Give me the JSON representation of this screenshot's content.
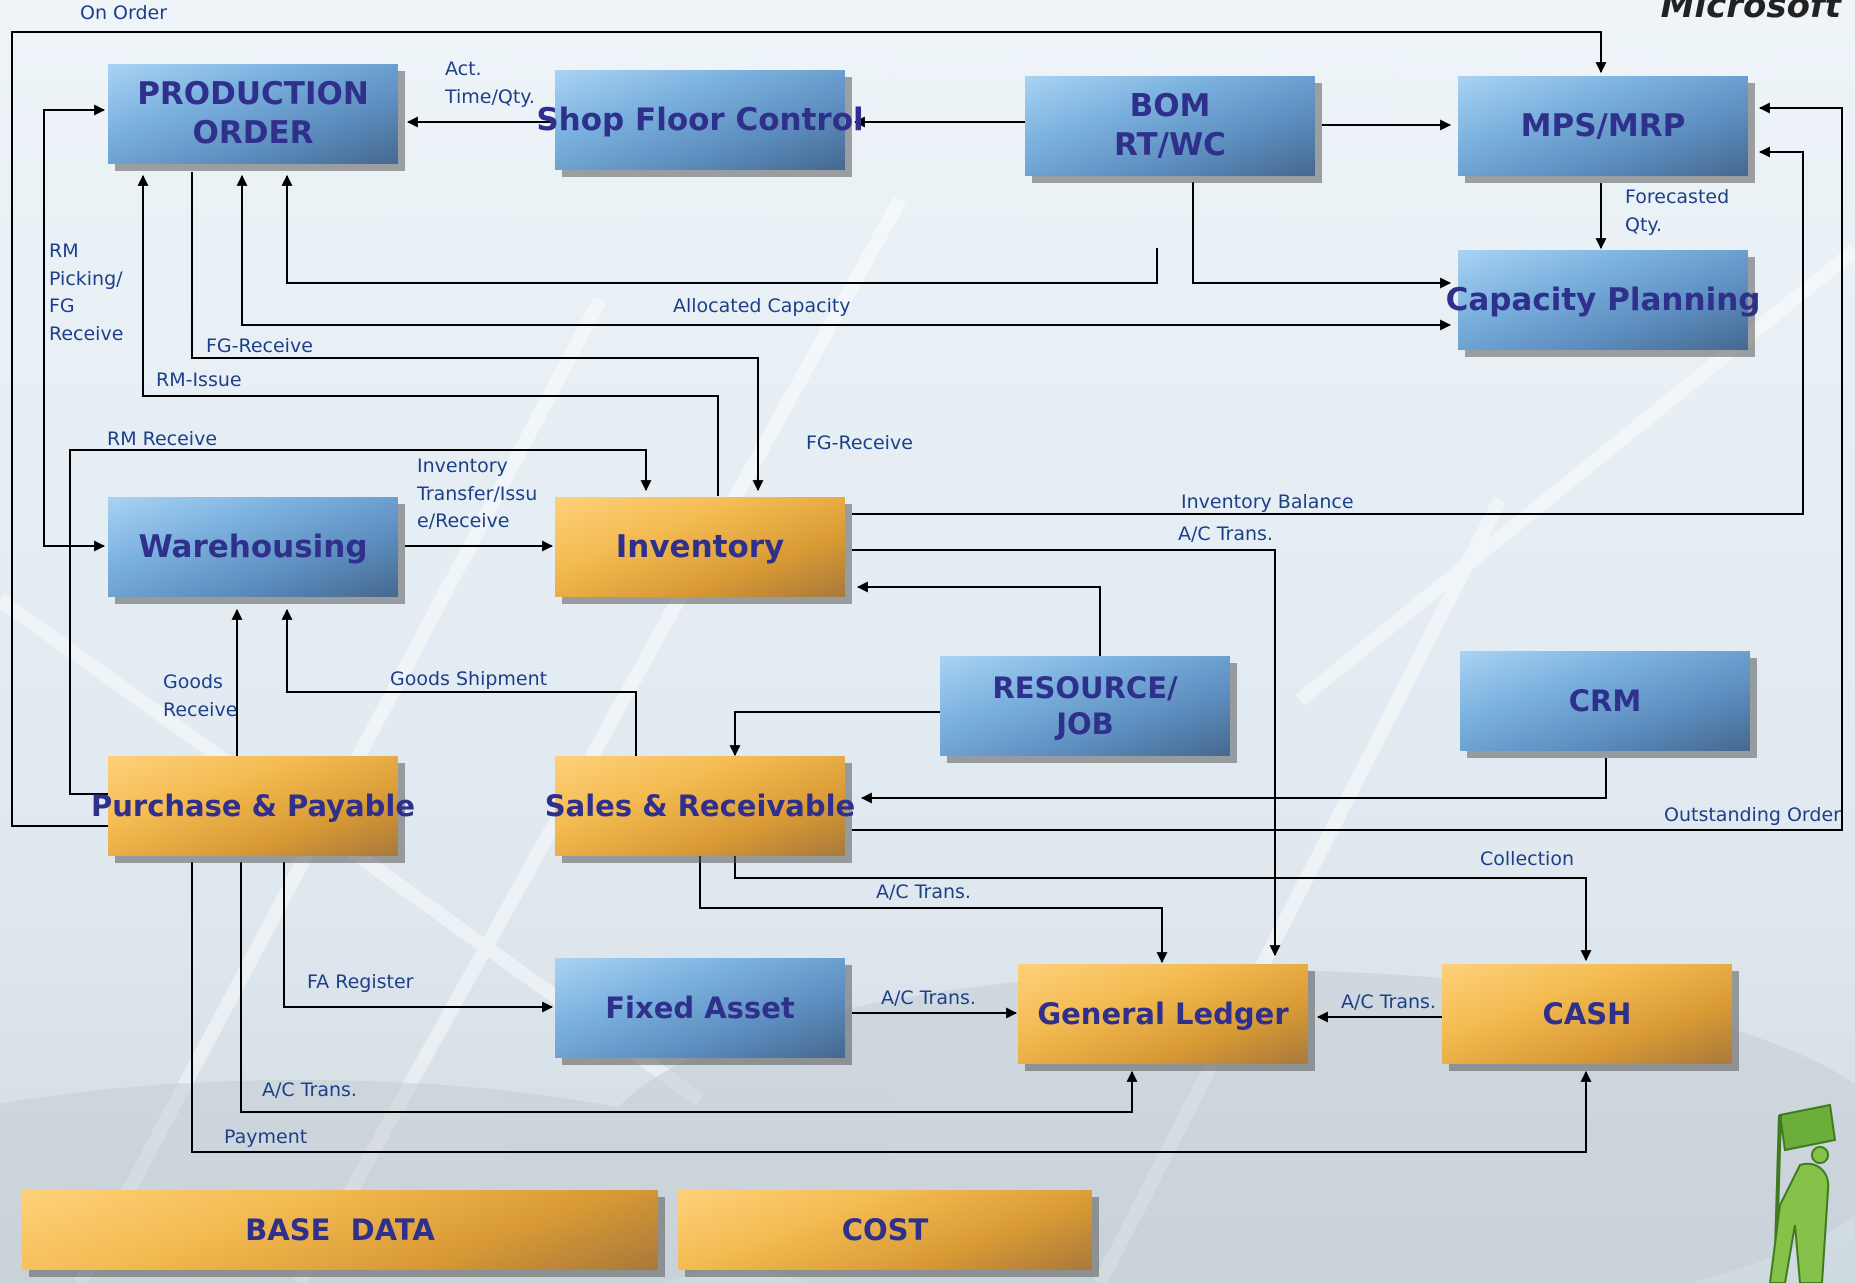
{
  "logo": "Microsoft",
  "boxes": {
    "production_order": "PRODUCTION\nORDER",
    "shop_floor_control": "Shop Floor Control",
    "bom": "BOM\nRT/WC",
    "mps_mrp": "MPS/MRP",
    "capacity_planning": "Capacity Planning",
    "warehousing": "Warehousing",
    "inventory": "Inventory",
    "resource_job": "RESOURCE/\nJOB",
    "crm": "CRM",
    "purchase_payable": "Purchase & Payable",
    "sales_receivable": "Sales & Receivable",
    "fixed_asset": "Fixed Asset",
    "general_ledger": "General Ledger",
    "cash": "CASH",
    "base_data": "BASE  DATA",
    "cost": "COST"
  },
  "labels": {
    "on_order": "On Order",
    "act_time_qty": "Act.\nTime/Qty.",
    "forecasted_qty": "Forecasted\nQty.",
    "rm_picking_fg_receive": "RM\nPicking/\nFG\nReceive",
    "allocated_capacity": "Allocated Capacity",
    "fg_receive_1": "FG-Receive",
    "rm_issue": "RM-Issue",
    "rm_receive": "RM Receive",
    "fg_receive_2": "FG-Receive",
    "inventory_transfer": "Inventory\nTransfer/Issu\ne/Receive",
    "inventory_balance": "Inventory Balance",
    "ac_trans_inventory": "A/C Trans.",
    "goods_receive": "Goods\nReceive",
    "goods_shipment": "Goods Shipment",
    "outstanding_order": "Outstanding Order",
    "collection": "Collection",
    "ac_trans_sales": "A/C Trans.",
    "fa_register": "FA Register",
    "ac_trans_fixed_asset": "A/C Trans.",
    "ac_trans_cash": "A/C Trans.",
    "ac_trans_purchase": "A/C Trans.",
    "payment": "Payment"
  },
  "colors": {
    "blue_box": "#6fa3d4",
    "gold_box": "#f0b54c",
    "box_text": "#2f2f8c",
    "label_text": "#1d3f8a",
    "arrow": "#000000"
  }
}
